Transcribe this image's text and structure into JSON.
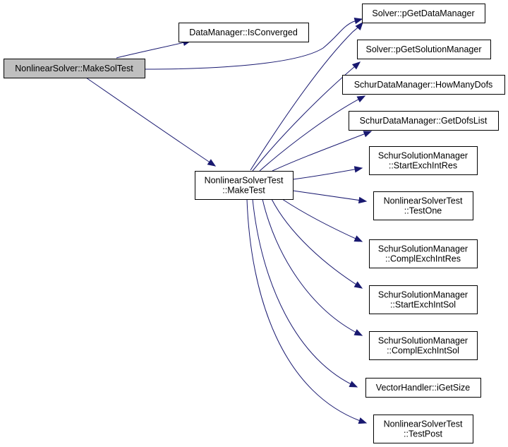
{
  "colors": {
    "edge": "#191970",
    "root_fill": "#bfbfbf",
    "node_fill": "#ffffff",
    "node_border": "#000000"
  },
  "nodes": {
    "make_sol_test": [
      "NonlinearSolver::MakeSolTest"
    ],
    "is_converged": [
      "DataManager::IsConverged"
    ],
    "make_test": [
      "NonlinearSolverTest",
      "::MakeTest"
    ],
    "p_get_data_manager": [
      "Solver::pGetDataManager"
    ],
    "p_get_solution_manager": [
      "Solver::pGetSolutionManager"
    ],
    "how_many_dofs": [
      "SchurDataManager::HowManyDofs"
    ],
    "get_dofs_list": [
      "SchurDataManager::GetDofsList"
    ],
    "start_exch_int_res": [
      "SchurSolutionManager",
      "::StartExchIntRes"
    ],
    "test_one": [
      "NonlinearSolverTest",
      "::TestOne"
    ],
    "compl_exch_int_res": [
      "SchurSolutionManager",
      "::ComplExchIntRes"
    ],
    "start_exch_int_sol": [
      "SchurSolutionManager",
      "::StartExchIntSol"
    ],
    "compl_exch_int_sol": [
      "SchurSolutionManager",
      "::ComplExchIntSol"
    ],
    "i_get_size": [
      "VectorHandler::iGetSize"
    ],
    "test_post": [
      "NonlinearSolverTest",
      "::TestPost"
    ]
  },
  "edges": [
    [
      "make_sol_test",
      "is_converged"
    ],
    [
      "make_sol_test",
      "p_get_data_manager"
    ],
    [
      "make_sol_test",
      "make_test"
    ],
    [
      "make_test",
      "p_get_data_manager"
    ],
    [
      "make_test",
      "p_get_solution_manager"
    ],
    [
      "make_test",
      "how_many_dofs"
    ],
    [
      "make_test",
      "get_dofs_list"
    ],
    [
      "make_test",
      "start_exch_int_res"
    ],
    [
      "make_test",
      "test_one"
    ],
    [
      "make_test",
      "compl_exch_int_res"
    ],
    [
      "make_test",
      "start_exch_int_sol"
    ],
    [
      "make_test",
      "compl_exch_int_sol"
    ],
    [
      "make_test",
      "i_get_size"
    ],
    [
      "make_test",
      "test_post"
    ]
  ]
}
